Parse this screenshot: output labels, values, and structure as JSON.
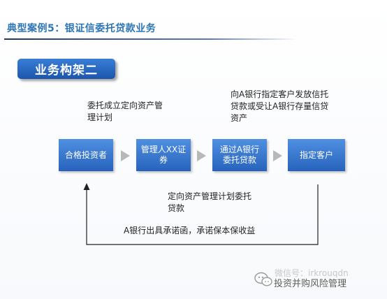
{
  "header": {
    "title": "典型案例5：银证信委托贷款业务"
  },
  "section": {
    "badge": "业务构架二"
  },
  "notes": {
    "plan": "委托成立定向资产管理计划",
    "bank_instruction": "向A银行指定客户发放信托贷款或受让A银行存量信贷资产",
    "entrust_loan": "定向资产管理计划委托贷款",
    "guarantee": "A银行出具承诺函，承诺保本保收益"
  },
  "flow": {
    "nodes": [
      {
        "label": "合格投资者"
      },
      {
        "label": "管理人XX证券"
      },
      {
        "label": "通过A银行委托贷款"
      },
      {
        "label": "指定客户"
      }
    ]
  },
  "colors": {
    "node_fill": "#2f6fcc",
    "arrow_gray": "#b8b8b8",
    "loop_line": "#222222",
    "title": "#2e75b6"
  },
  "watermark": {
    "id_text": "微信号：irkrouqdn",
    "name": "投资并购风险管理",
    "icon": "wechat-bubble-icon"
  }
}
